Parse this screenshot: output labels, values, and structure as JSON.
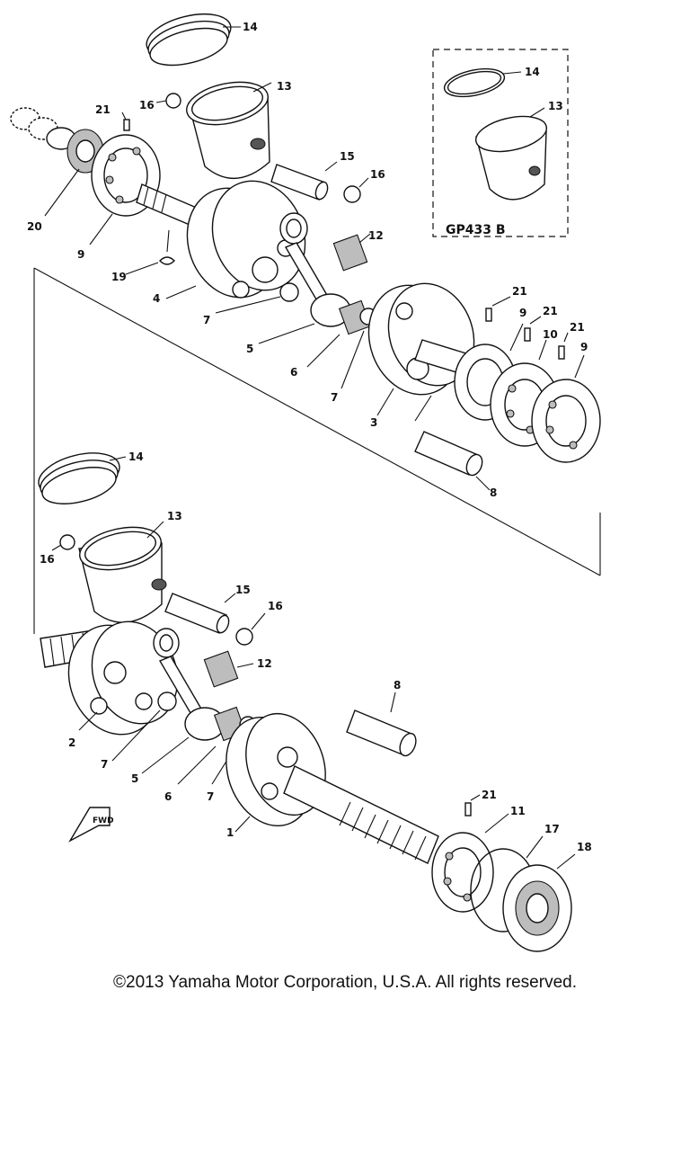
{
  "diagram": {
    "inset_code": "GP433 B",
    "fwd_label": "FWD",
    "part_labels": [
      "1",
      "2",
      "3",
      "4",
      "5",
      "6",
      "7",
      "8",
      "9",
      "10",
      "11",
      "12",
      "13",
      "14",
      "15",
      "16",
      "17",
      "18",
      "19",
      "20",
      "21"
    ]
  },
  "footer": {
    "copyright": "©2013 Yamaha Motor Corporation, U.S.A. All rights reserved."
  }
}
